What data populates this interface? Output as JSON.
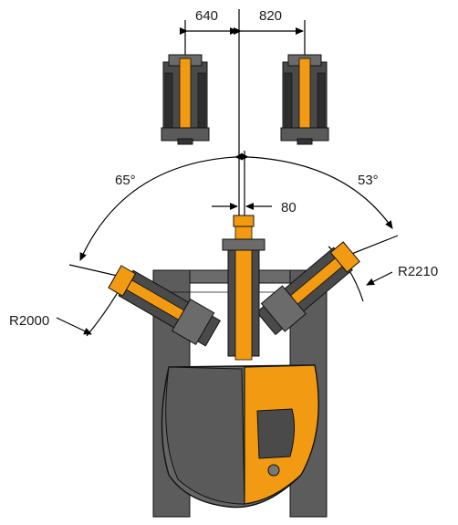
{
  "labels": {
    "offset_left": "640",
    "offset_right": "820",
    "swing_left_angle": "65°",
    "swing_right_angle": "53°",
    "boom_width": "80",
    "radius_left": "R2000",
    "radius_right": "R2210"
  },
  "colors": {
    "body_orange": "#F29A12",
    "boom_orange": "#F7A21B",
    "steel_dark": "#3d3d3d",
    "steel_mid": "#6b6b6b",
    "steel_light": "#8a8a8a",
    "outline": "#111111"
  }
}
